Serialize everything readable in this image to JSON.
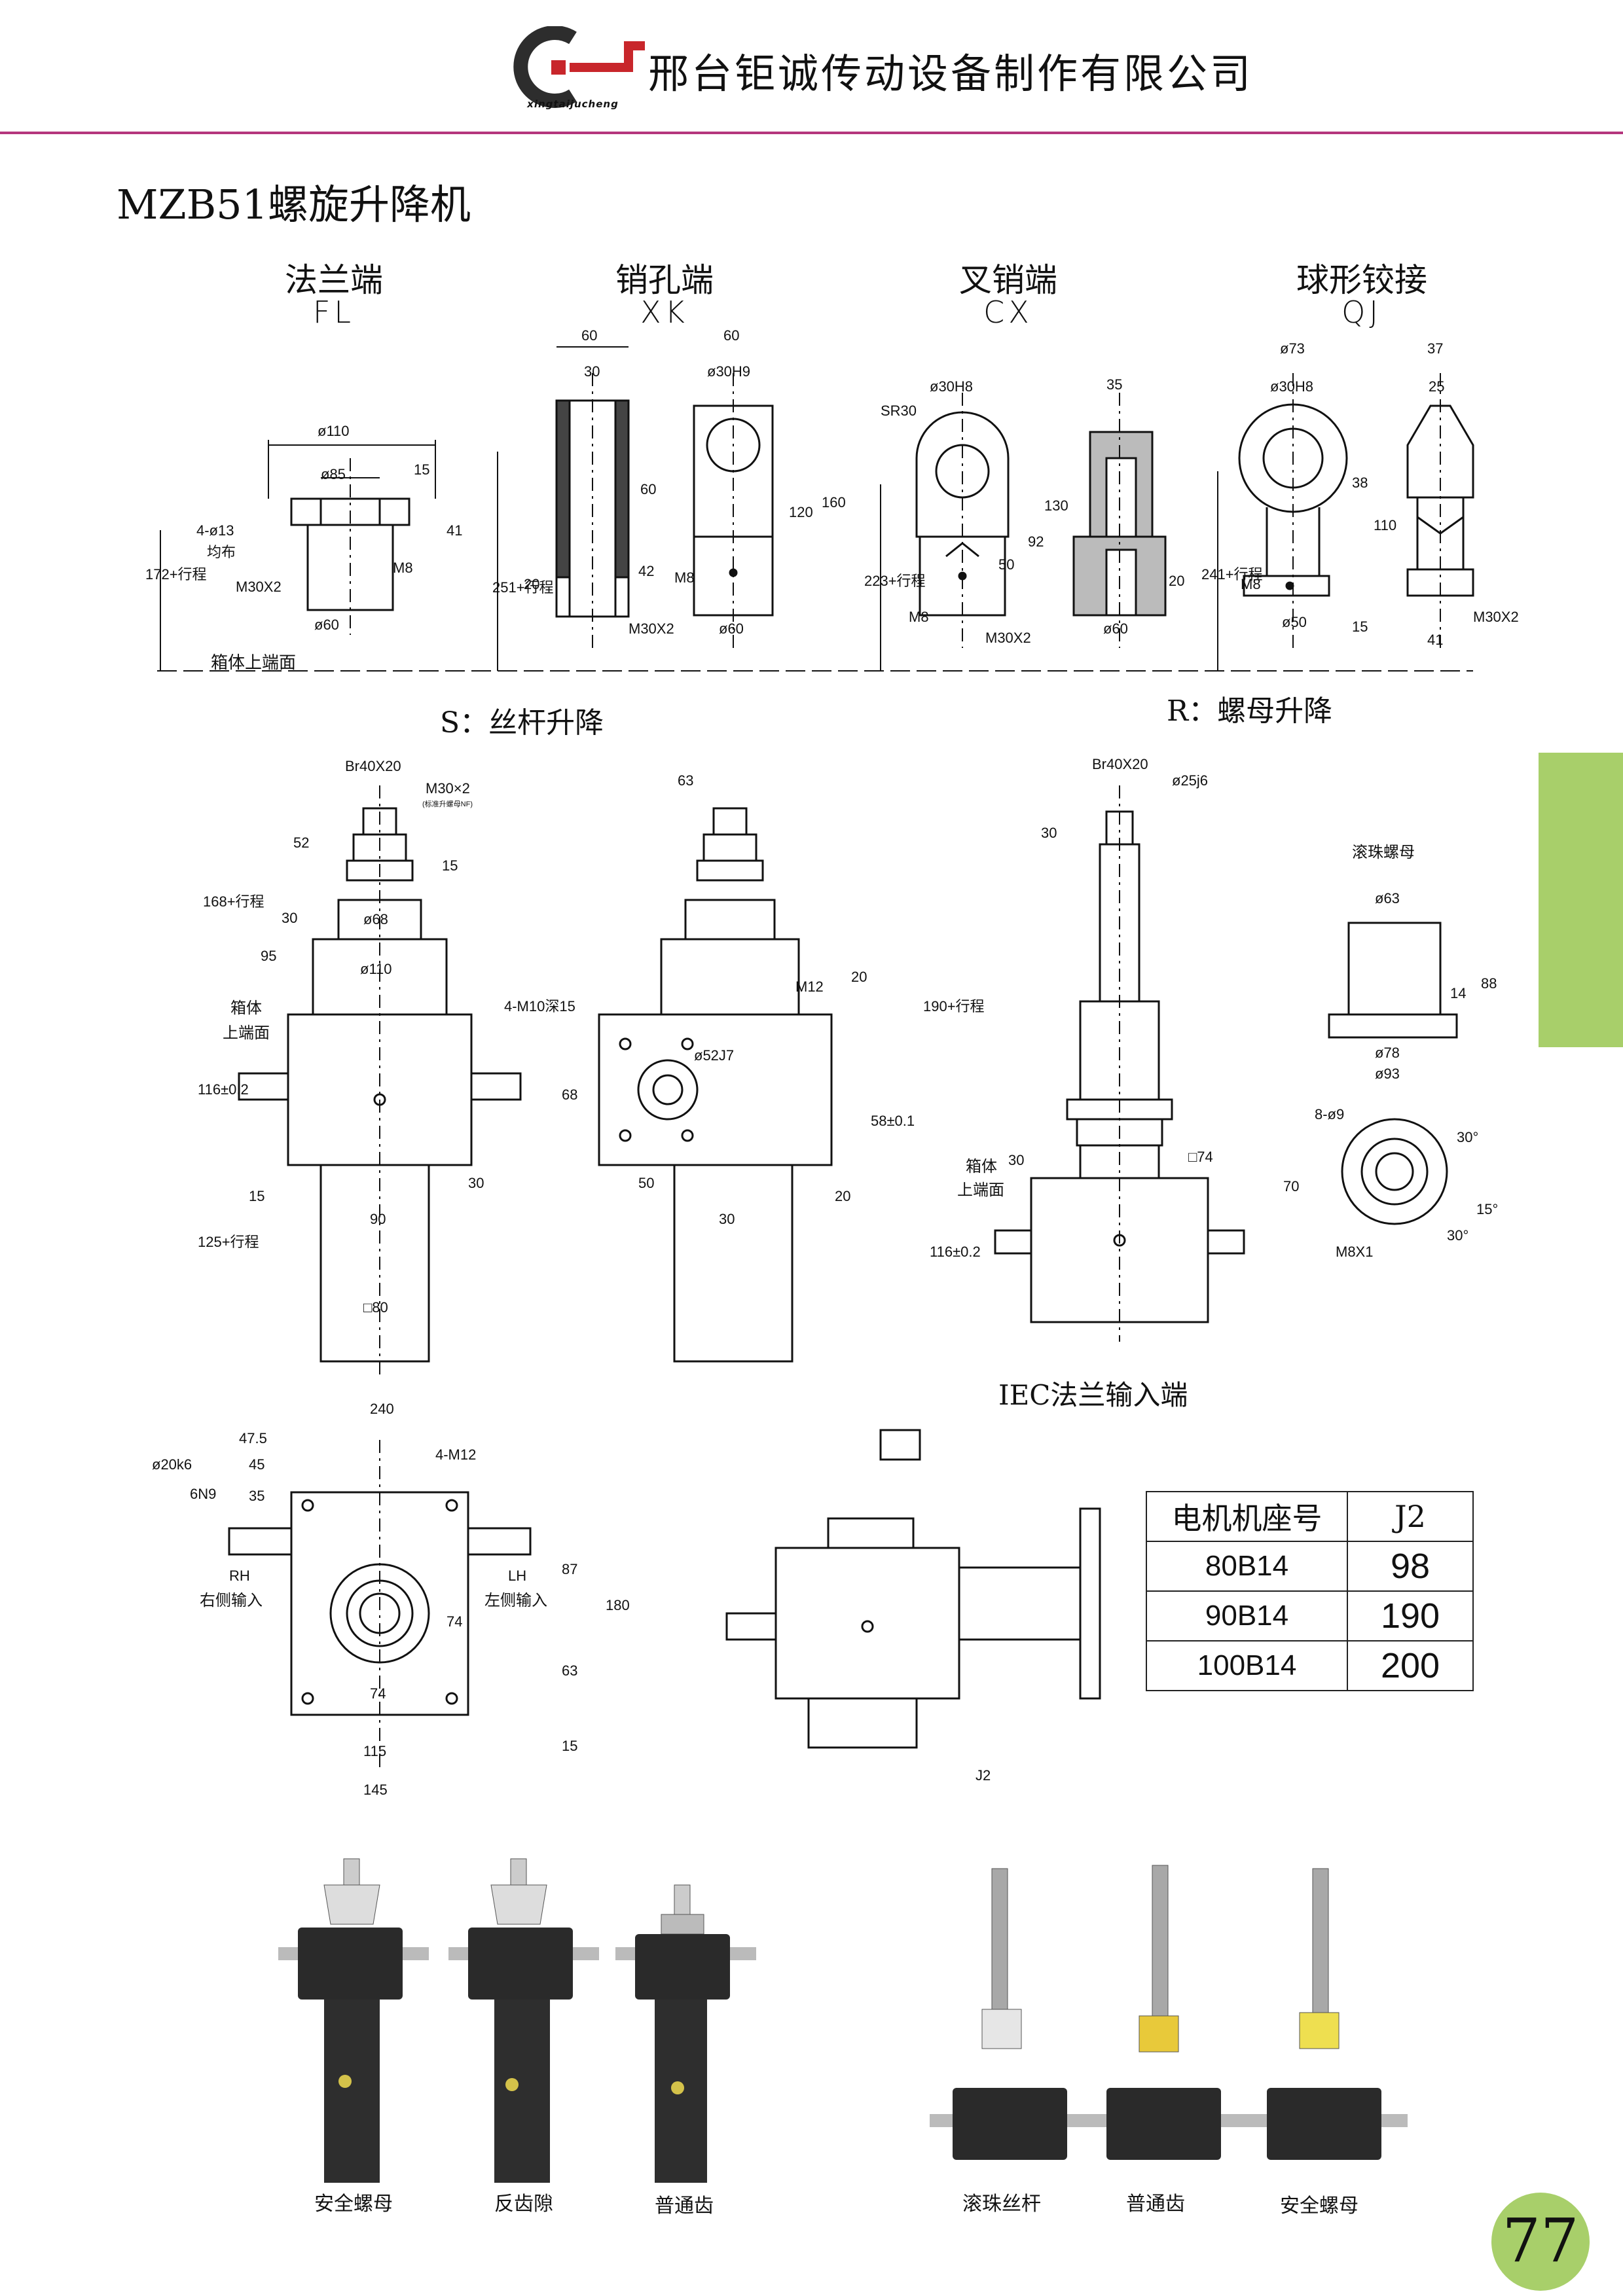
{
  "header": {
    "company": "邢台钜诚传动设备制作有限公司",
    "logo_text": "xingtaijucheng",
    "accent_color": "#b5367d",
    "logo_red": "#c8262b"
  },
  "title": "MZB51螺旋升降机",
  "variants": [
    {
      "name": "法兰端",
      "code": "FL"
    },
    {
      "name": "销孔端",
      "code": "XK"
    },
    {
      "name": "叉销端",
      "code": "CX"
    },
    {
      "name": "球形铰接",
      "code": "QJ"
    }
  ],
  "sections": {
    "s_label": "S：丝杆升降",
    "r_label": "R：螺母升降",
    "iec_label": "IEC法兰输入端",
    "ball_nut_label": "滚珠螺母",
    "box_top": "箱体上端面",
    "box": "箱体",
    "top_face": "上端面"
  },
  "dims": {
    "fl": [
      "ø110",
      "ø85",
      "15",
      "4-ø13",
      "均布",
      "41",
      "M30X2",
      "M8",
      "ø60",
      "172+行程"
    ],
    "xk": [
      "60",
      "30",
      "60",
      "ø30H9",
      "60",
      "120",
      "160",
      "251+行程",
      "20",
      "42",
      "M8",
      "M30X2",
      "ø60"
    ],
    "cx": [
      "ø30H8",
      "SR30",
      "35",
      "130",
      "92",
      "50",
      "223+行程",
      "M8",
      "M30X2",
      "ø60",
      "20"
    ],
    "qj": [
      "ø73",
      "ø30H8",
      "37",
      "25",
      "38",
      "110",
      "241+行程",
      "M8",
      "ø50",
      "15",
      "41",
      "M30X2"
    ],
    "s1": [
      "Br40X20",
      "M30×2",
      "(标准升螺母NF)",
      "52",
      "15",
      "168+行程",
      "30",
      "ø68",
      "95",
      "ø110",
      "116±0.2",
      "15",
      "30",
      "90",
      "125+行程",
      "□80"
    ],
    "s2": [
      "63",
      "4-M10深15",
      "M12",
      "20",
      "ø52J7",
      "68",
      "58±0.1",
      "50",
      "30",
      "20"
    ],
    "r1": [
      "Br40X20",
      "ø25j6",
      "30",
      "190+行程",
      "30",
      "□74",
      "116±0.2"
    ],
    "nut": [
      "ø63",
      "88",
      "14",
      "ø78",
      "ø93",
      "8-ø9",
      "30°",
      "15°",
      "30°",
      "70",
      "M8X1"
    ],
    "plan": [
      "240",
      "47.5",
      "45",
      "35",
      "ø20k6",
      "6N9",
      "4-M12",
      "RH",
      "右侧输入",
      "LH",
      "左侧输入",
      "87",
      "180",
      "74",
      "74",
      "63",
      "15",
      "115",
      "145"
    ],
    "iec": [
      "J2"
    ]
  },
  "motor_table": {
    "headers": [
      "电机机座号",
      "J2"
    ],
    "rows": [
      [
        "80B14",
        "98"
      ],
      [
        "90B14",
        "190"
      ],
      [
        "100B14",
        "200"
      ]
    ]
  },
  "photos": {
    "left": [
      "安全螺母",
      "反齿隙",
      "普通齿"
    ],
    "right": [
      "滚珠丝杆",
      "普通齿",
      "安全螺母"
    ]
  },
  "page_number": "77",
  "side_tab_color": "#a8cf6a"
}
